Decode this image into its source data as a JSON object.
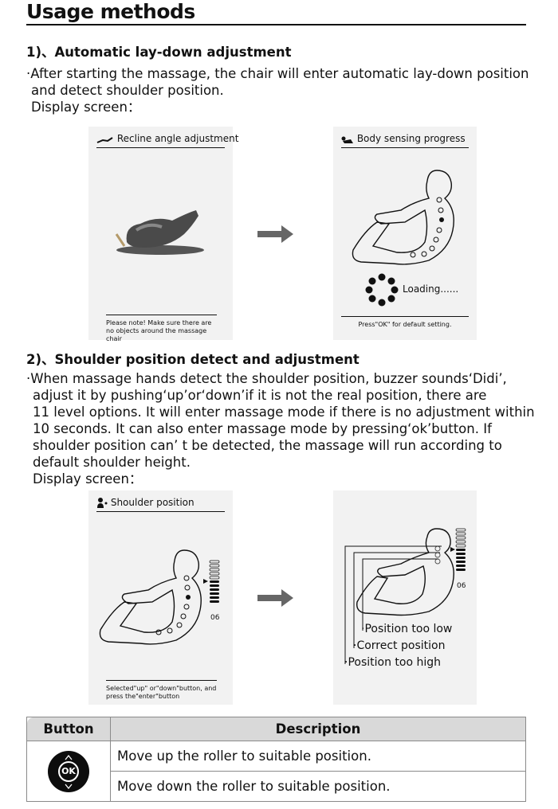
{
  "page_title": "Usage methods",
  "section1": {
    "heading": "1)、Automatic lay-down adjustment",
    "lines": [
      "·After starting the massage, the chair will enter automatic lay-down position",
      "  and detect shoulder position.",
      "  Display screen："
    ],
    "screen_left": {
      "header": "Recline angle adjustment",
      "footer": "Please note! Make sure there are no objects around the massage chair"
    },
    "screen_right": {
      "header": "Body sensing progress",
      "loading": "Loading......",
      "footer": "Press\"OK\" for default setting."
    }
  },
  "section2": {
    "heading": "2)、Shoulder position detect and adjustment",
    "lines": [
      "·When massage hands detect the shoulder position, buzzer sounds‘Didi’,",
      "  adjust it by pushing‘up’or‘down’if it is not the real position, there are",
      "  11 level options. It will enter massage mode if there is no adjustment within",
      "  10 seconds. It can also enter massage mode by pressing‘ok’button. If",
      "  shoulder position can’ t be detected, the massage will run according to",
      "  default shoulder height.",
      "  Display screen："
    ],
    "screen_left": {
      "header": "Shoulder position",
      "level": "06",
      "footer": "Selected\"up\" or\"down\"button, and press the\"enter\"button"
    },
    "screen_right": {
      "level": "06",
      "label_low": "·Position too low",
      "label_correct": "·Correct position",
      "label_high": "·Position too high"
    }
  },
  "table": {
    "col_button": "Button",
    "col_description": "Description",
    "ok_label": "OK",
    "rows": [
      "Move up the roller to suitable position.",
      "Move down the roller to suitable position."
    ]
  }
}
